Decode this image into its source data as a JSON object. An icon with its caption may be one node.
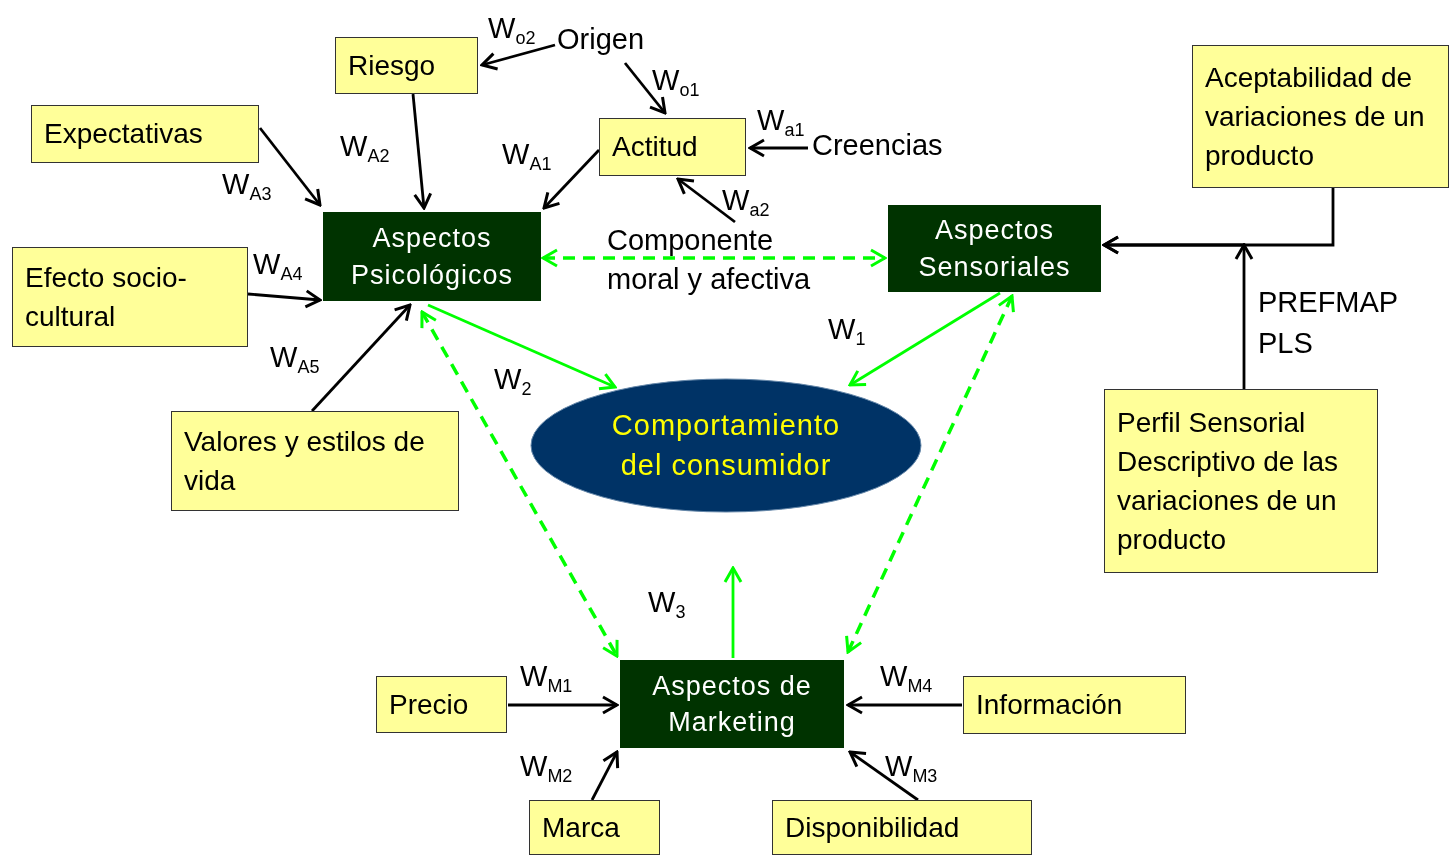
{
  "diagram": {
    "nodes": [
      {
        "text": [
          "Riesgo"
        ]
      },
      {
        "text": [
          "Origen"
        ]
      },
      {
        "text": [
          "Expectativas"
        ]
      },
      {
        "text": [
          "Actitud"
        ]
      },
      {
        "text": [
          "Creencias"
        ]
      },
      {
        "text": [
          "Aspectos Psicológicos"
        ]
      },
      {
        "text": [
          "Componente moral y afectiva"
        ]
      },
      {
        "text": [
          "Aspectos Sensoriales"
        ]
      },
      {
        "text": [
          "Aceptabilidad de variaciones de un producto"
        ]
      },
      {
        "text": [
          "Efecto socio-cultural"
        ]
      },
      {
        "text": [
          "Comportamiento del consumidor"
        ]
      },
      {
        "text": [
          "Valores y estilos de vida"
        ]
      },
      {
        "text": [
          "Perfil Sensorial Descriptivo de las variaciones de un producto"
        ]
      },
      {
        "text": [
          "Precio"
        ]
      },
      {
        "text": [
          "Aspectos de Marketing"
        ]
      },
      {
        "text": [
          "Información"
        ]
      },
      {
        "text": [
          "Marca"
        ]
      },
      {
        "text": [
          "Disponibilidad"
        ]
      }
    ],
    "edges": [
      {
        "from": 1,
        "to": 0,
        "arrow": "to",
        "label": "W$_{o2}$"
      },
      {
        "from": 1,
        "to": 3,
        "arrow": "to",
        "label": "W$_{o1}$"
      },
      {
        "from": 4,
        "to": 3,
        "arrow": "to",
        "label": "W$_{a1}$"
      },
      {
        "from": 6,
        "to": 3,
        "arrow": "to",
        "label": "W$_{a2}$"
      },
      {
        "from": 0,
        "to": 5,
        "arrow": "to",
        "label": "W$_{A2}$"
      },
      {
        "from": 2,
        "to": 5,
        "arrow": "to",
        "label": "W$_{A3}$"
      },
      {
        "from": 3,
        "to": 5,
        "arrow": "to",
        "label": "W$_{A1}$"
      },
      {
        "from": 9,
        "to": 5,
        "arrow": "to",
        "label": "W$_{A4}$"
      },
      {
        "from": 11,
        "to": 5,
        "arrow": "to",
        "label": "W$_{A5}$"
      },
      {
        "from": 5,
        "to": 7,
        "arrow": "both",
        "style": "dashed",
        "color": "#00ff00"
      },
      {
        "from": 5,
        "to": 10,
        "arrow": "to",
        "label": "W$_{2}$",
        "color": "#00ff00"
      },
      {
        "from": 7,
        "to": 10,
        "arrow": "to",
        "label": "W$_{1}$",
        "color": "#00ff00"
      },
      {
        "from": 5,
        "to": 14,
        "arrow": "both",
        "style": "dashed",
        "color": "#00ff00"
      },
      {
        "from": 7,
        "to": 14,
        "arrow": "both",
        "style": "dashed",
        "color": "#00ff00"
      },
      {
        "from": 14,
        "to": 10,
        "arrow": "to",
        "label": "W$_{3}$",
        "color": "#00ff00"
      },
      {
        "from": 13,
        "to": 14,
        "arrow": "to",
        "label": "W$_{M1}$"
      },
      {
        "from": 16,
        "to": 14,
        "arrow": "to",
        "label": "W$_{M2}$"
      },
      {
        "from": 15,
        "to": 14,
        "arrow": "to",
        "label": "W$_{M4}$"
      },
      {
        "from": 17,
        "to": 14,
        "arrow": "to",
        "label": "W$_{M3}$"
      },
      {
        "from": 8,
        "to": 7,
        "arrow": "to"
      },
      {
        "from": 12,
        "to": 7,
        "arrow": "to",
        "label": "PREFMAP PLS"
      }
    ]
  }
}
